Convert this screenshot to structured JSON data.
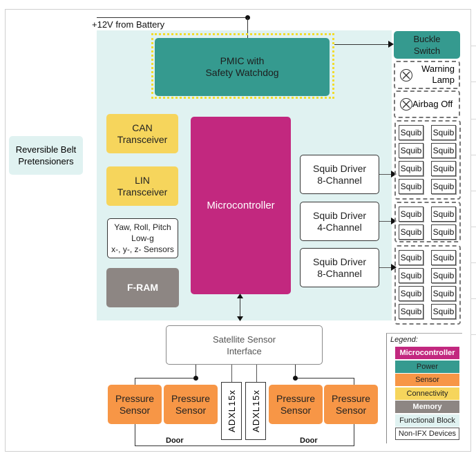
{
  "diagram": {
    "power_input": "+12V from Battery",
    "pmic": "PMIC with\nSafety Watchdog",
    "outputs": {
      "buckle_switch": "Buckle\nSwitch",
      "warning_lamp": "Warning\nLamp",
      "airbag_off": "Airbag Off"
    },
    "side_block": "Reversible Belt\nPretensioners",
    "left_blocks": {
      "can": "CAN\nTransceiver",
      "lin": "LIN\nTransceiver",
      "sensors": "Yaw, Roll, Pitch\nLow-g\nx-, y-, z- Sensors",
      "fram": "F-RAM"
    },
    "microcontroller": "Microcontroller",
    "squib_drivers": [
      {
        "label": "Squib Driver\n8-Channel",
        "squib_count": 8
      },
      {
        "label": "Squib Driver\n4-Channel",
        "squib_count": 4
      },
      {
        "label": "Squib Driver\n8-Channel",
        "squib_count": 8
      }
    ],
    "squib_label": "Squib",
    "satellite": "Satellite Sensor\nInterface",
    "pressure_sensor": "Pressure\nSensor",
    "accelerometer": "ADXL15x",
    "door_label": "Door"
  },
  "legend": {
    "title": "Legend:",
    "items": [
      {
        "label": "Microcontroller",
        "color": "#c2287f"
      },
      {
        "label": "Power",
        "color": "#359a8f"
      },
      {
        "label": "Sensor",
        "color": "#f79646"
      },
      {
        "label": "Connectivity",
        "color": "#f6d55c"
      },
      {
        "label": "Memory",
        "color": "#8d8683"
      },
      {
        "label": "Functional Block",
        "color": "#e0f2f1"
      },
      {
        "label": "Non-IFX Devices",
        "color": "#ffffff"
      }
    ]
  }
}
